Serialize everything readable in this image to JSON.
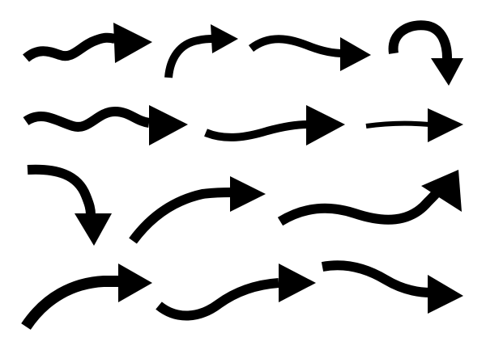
{
  "background_color": "#ffffff",
  "arrow_color": "#000000",
  "arrows": [
    {
      "name": "wavy-right-arrow-1",
      "icon": "curved-arrow-icon"
    },
    {
      "name": "hook-up-right-arrow",
      "icon": "curved-arrow-icon"
    },
    {
      "name": "wavy-right-arrow-2",
      "icon": "curved-arrow-icon"
    },
    {
      "name": "u-turn-down-arrow",
      "icon": "curved-arrow-icon"
    },
    {
      "name": "zigzag-right-arrow",
      "icon": "curved-arrow-icon"
    },
    {
      "name": "swoosh-right-arrow",
      "icon": "curved-arrow-icon"
    },
    {
      "name": "straight-right-arrow",
      "icon": "arrow-icon"
    },
    {
      "name": "curve-down-arrow",
      "icon": "curved-arrow-icon"
    },
    {
      "name": "curve-up-right-arrow",
      "icon": "curved-arrow-icon"
    },
    {
      "name": "s-curve-up-arrow",
      "icon": "curved-arrow-icon"
    },
    {
      "name": "arc-up-right-arrow",
      "icon": "curved-arrow-icon"
    },
    {
      "name": "wave-right-arrow",
      "icon": "curved-arrow-icon"
    },
    {
      "name": "dip-right-arrow",
      "icon": "curved-arrow-icon"
    }
  ]
}
